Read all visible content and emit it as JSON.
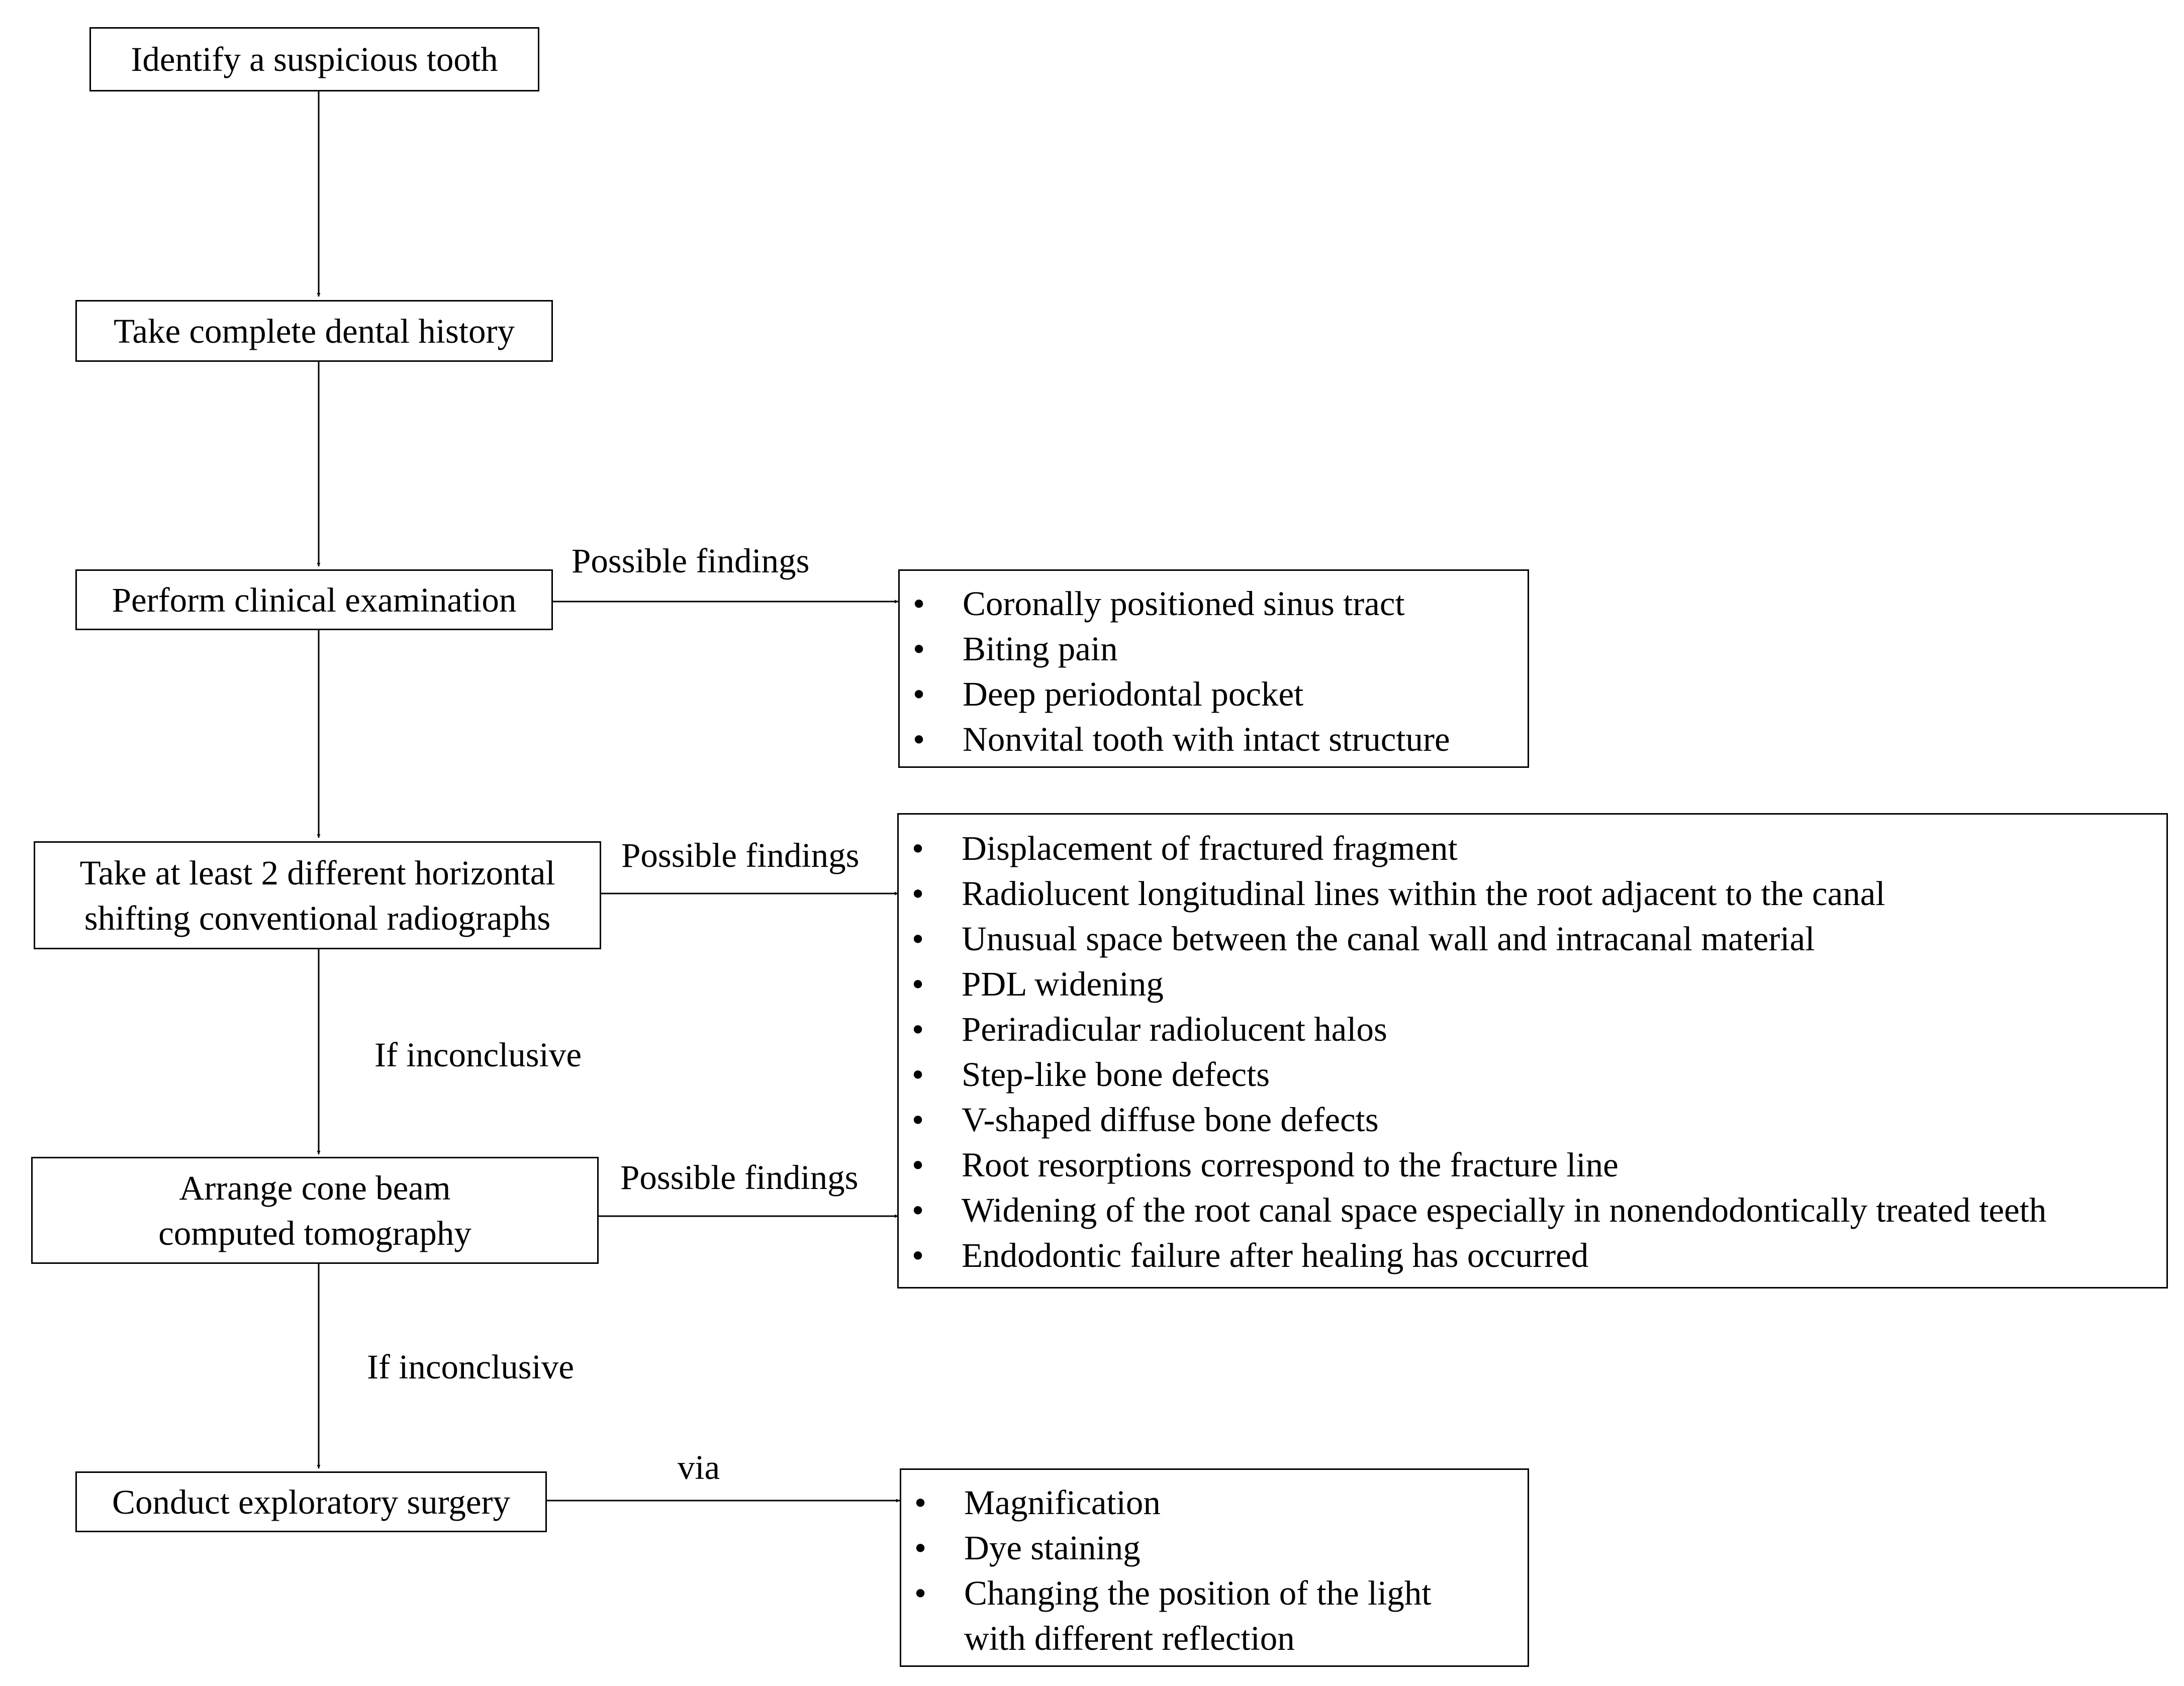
{
  "steps": {
    "identify": "Identify a suspicious tooth",
    "history": "Take complete dental history",
    "clinical": "Perform clinical examination",
    "radiographs": [
      "Take at least 2 different horizontal",
      "shifting conventional radiographs"
    ],
    "cbct": [
      "Arrange cone beam",
      "computed tomography"
    ],
    "surgery": "Conduct exploratory surgery"
  },
  "connector_labels": {
    "clinical_findings": "Possible findings",
    "radiograph_findings": "Possible findings",
    "cbct_findings": "Possible findings",
    "inconclusive_1": "If inconclusive",
    "inconclusive_2": "If inconclusive",
    "via": "via"
  },
  "bullet": "•",
  "clinical_findings": [
    "Coronally positioned sinus tract",
    "Biting pain",
    "Deep periodontal pocket",
    "Nonvital tooth with intact structure"
  ],
  "imaging_findings": [
    "Displacement of fractured fragment",
    "Radiolucent longitudinal lines within the root adjacent to the canal",
    "Unusual space between the canal wall and intracanal material",
    "PDL widening",
    "Periradicular radiolucent halos",
    "Step-like bone defects",
    "V-shaped diffuse bone defects",
    "Root resorptions correspond to the fracture line",
    "Widening of the root canal space especially in nonendodontically treated teeth",
    "Endodontic failure after healing has occurred"
  ],
  "surgery_aids": [
    "Magnification",
    "Dye staining",
    [
      "Changing the position of the light",
      "with different reflection"
    ]
  ]
}
